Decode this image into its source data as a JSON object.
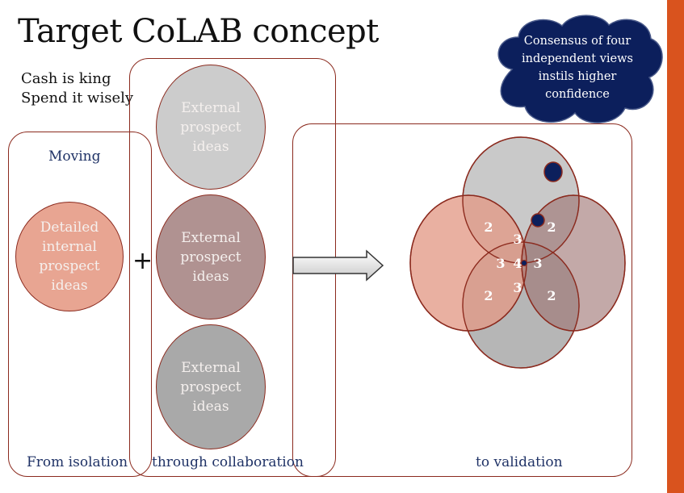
{
  "title": "Target CoLAB concept",
  "tagline": {
    "line1": "Cash is king",
    "line2": "Spend it wisely"
  },
  "callout": {
    "text": "Consensus of four\nindependent views\ninstils higher\nconfidence"
  },
  "stages": {
    "isolation": {
      "top_label": "Moving",
      "bottom_label": "From isolation",
      "circle_text": "Detailed\ninternal\nprospect\nideas"
    },
    "collaboration": {
      "bottom_label": "through collaboration",
      "circles": [
        {
          "text": "External\nprospect\nideas"
        },
        {
          "text": "External\nprospect\nideas"
        },
        {
          "text": "External\nprospect\nideas"
        }
      ]
    },
    "validation": {
      "bottom_label": "to validation"
    }
  },
  "plus_sign": "+",
  "venn_counts": {
    "pair_top_left": "2",
    "pair_top_right": "2",
    "pair_bottom_left": "2",
    "pair_bottom_right": "2",
    "triple_top": "3",
    "triple_left": "3",
    "triple_right": "3",
    "triple_bottom": "3",
    "quad_center": "4"
  },
  "colors": {
    "accent_bar": "#d9531e",
    "box_border": "#8b2a1e",
    "label_text": "#1f3266",
    "cloud_fill": "#0c1f5c",
    "internal_circle": "#e8a592",
    "external_light": "#cccccc",
    "external_mid": "#b09291",
    "external_dark": "#a9a9a9"
  }
}
